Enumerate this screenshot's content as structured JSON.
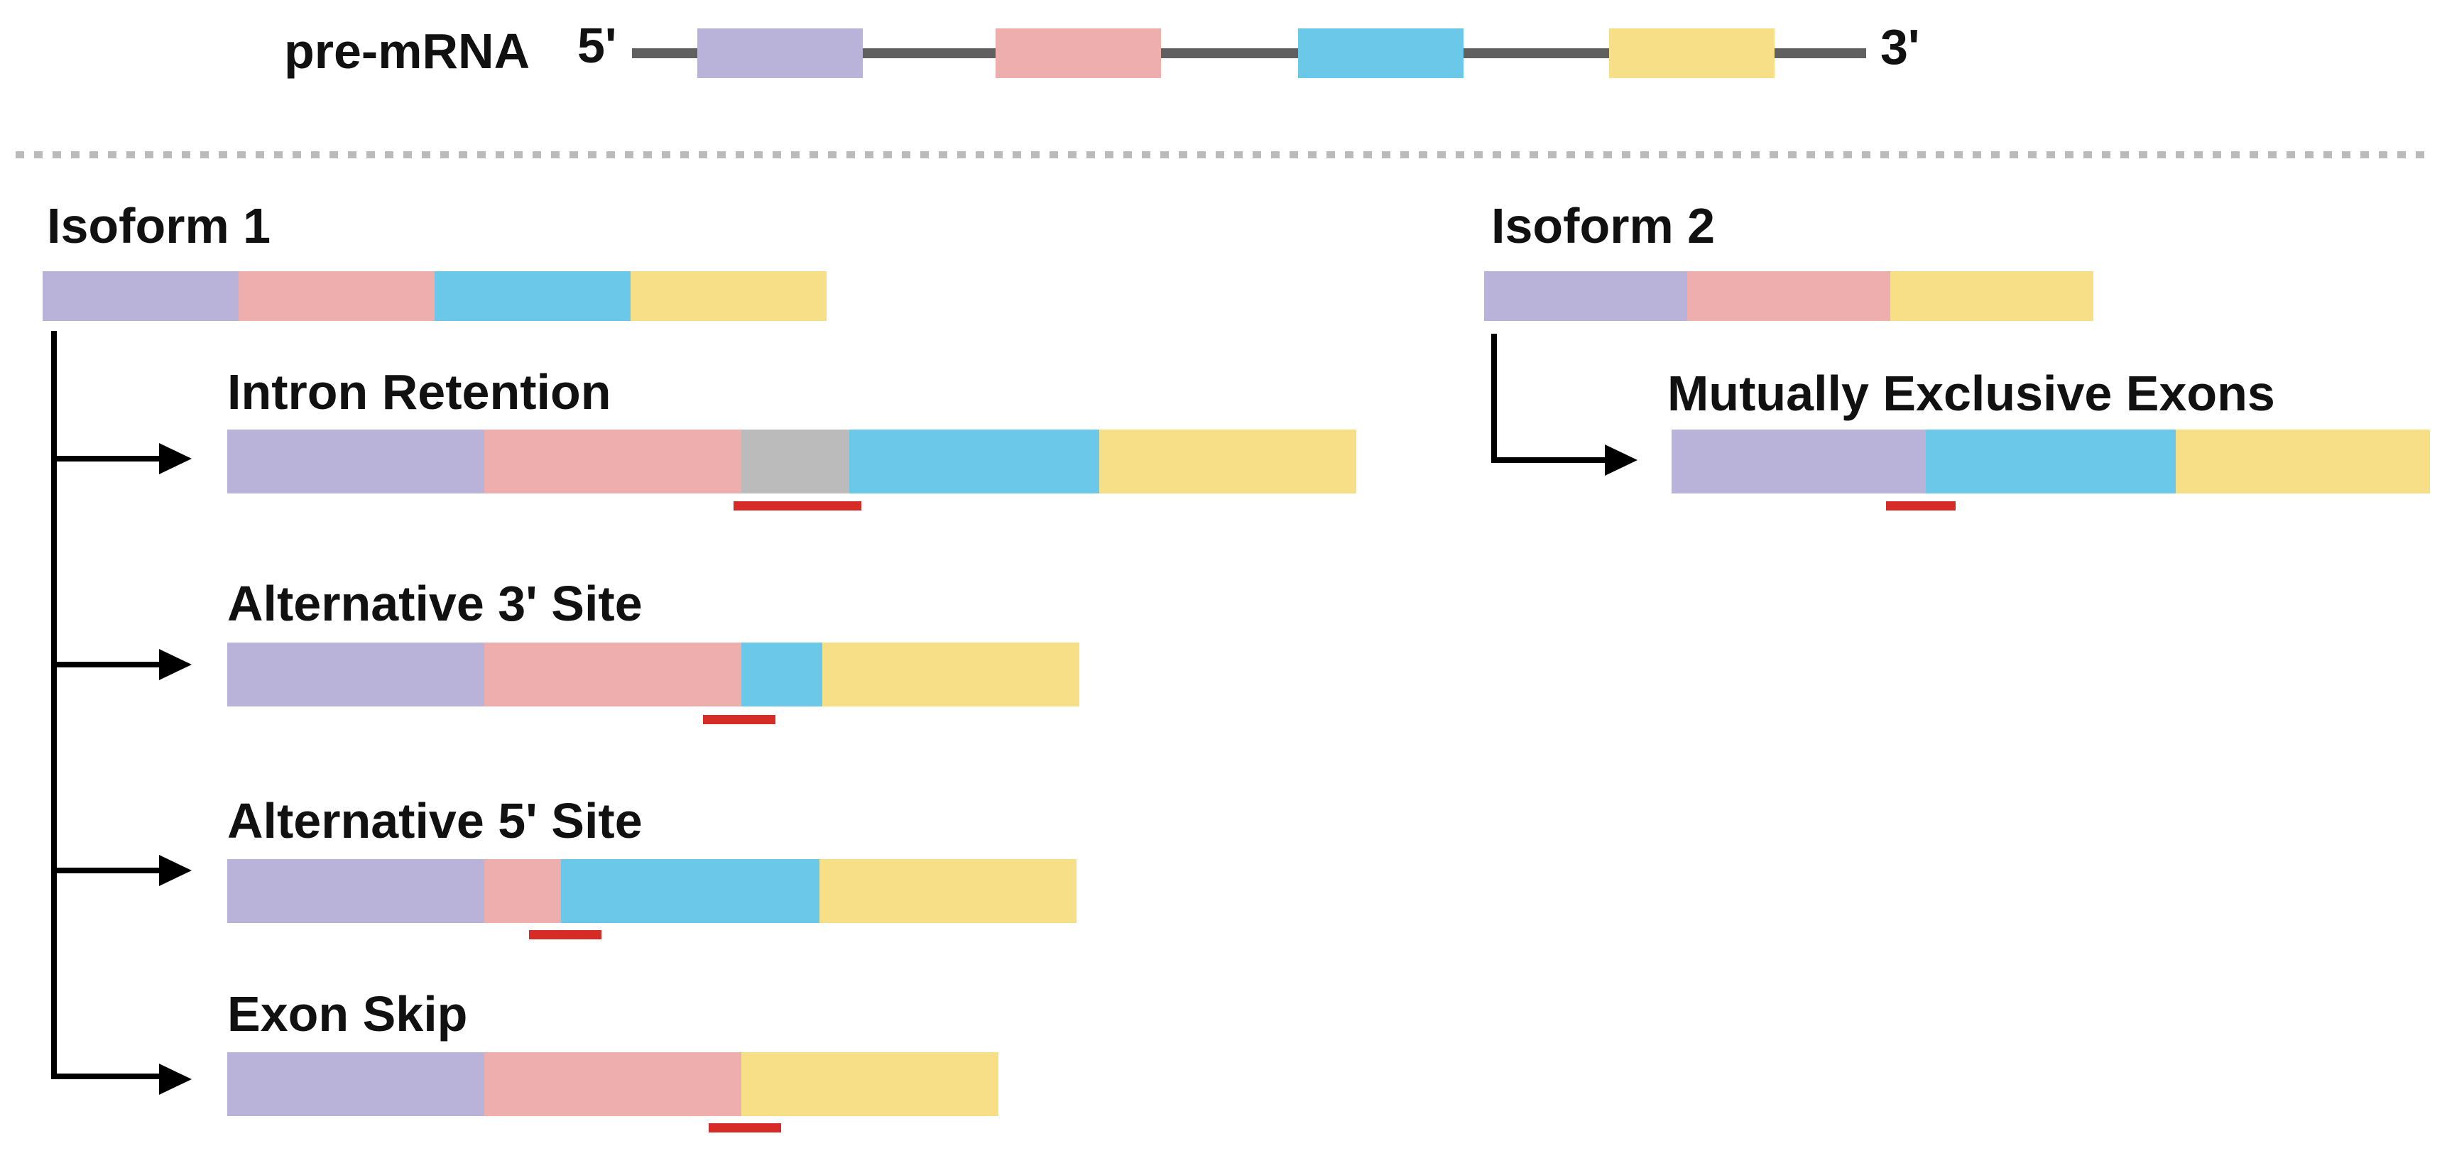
{
  "colors": {
    "exon1": "#B9B3D9",
    "exon2": "#EEAEAE",
    "exon3": "#6CC8E8",
    "exon4": "#F7DF88",
    "intron": "#BBBBBB",
    "backbone": "#606060",
    "junction": "#D62B27",
    "arrow": "#000000",
    "divider": "#BBBBBB"
  },
  "pre_mrna": {
    "label": "pre-mRNA",
    "five_prime": "5'",
    "three_prime": "3'"
  },
  "isoform1": {
    "title": "Isoform 1"
  },
  "isoform2": {
    "title": "Isoform 2"
  },
  "events": {
    "intron_retention": {
      "title": "Intron Retention"
    },
    "alt_3_site": {
      "title": "Alternative 3' Site"
    },
    "alt_5_site": {
      "title": "Alternative 5' Site"
    },
    "exon_skip": {
      "title": "Exon Skip"
    },
    "mutually_exclusive": {
      "title": "Mutually Exclusive Exons"
    }
  }
}
